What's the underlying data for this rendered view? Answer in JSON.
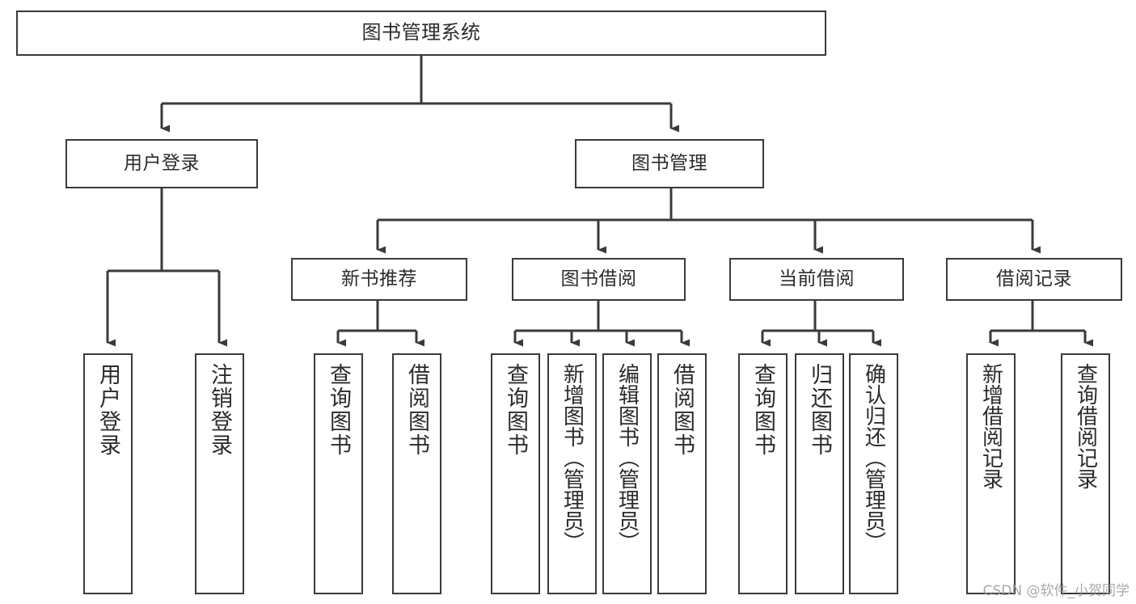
{
  "diagram": {
    "title": "图书管理系统",
    "type": "tree-hierarchy-chart",
    "watermark": "CSDN @软件_小贺同学",
    "colors": {
      "box_border": "#3a3a3a",
      "box_fill": "#ffffff",
      "connector": "#3a3a3a",
      "text": "#2b2b2b",
      "watermark": "#9a9a9a",
      "background": "#ffffff"
    }
  },
  "root": {
    "label": "图书管理系统"
  },
  "level1": [
    {
      "label": "用户登录"
    },
    {
      "label": "图书管理"
    }
  ],
  "level2": [
    {
      "label": "新书推荐"
    },
    {
      "label": "图书借阅"
    },
    {
      "label": "当前借阅"
    },
    {
      "label": "借阅记录"
    }
  ],
  "leaves": {
    "user_login": [
      {
        "label": "用户登录"
      },
      {
        "label": "注销登录"
      }
    ],
    "new_book_recommend": [
      {
        "label": "查询图书"
      },
      {
        "label": "借阅图书"
      }
    ],
    "book_borrow": [
      {
        "label": "查询图书"
      },
      {
        "label": "新增图书（管理员）"
      },
      {
        "label": "编辑图书（管理员）"
      },
      {
        "label": "借阅图书"
      }
    ],
    "current_borrow": [
      {
        "label": "查询图书"
      },
      {
        "label": "归还图书"
      },
      {
        "label": "确认归还（管理员）"
      }
    ],
    "borrow_record": [
      {
        "label": "新增借阅记录"
      },
      {
        "label": "查询借阅记录"
      }
    ]
  }
}
